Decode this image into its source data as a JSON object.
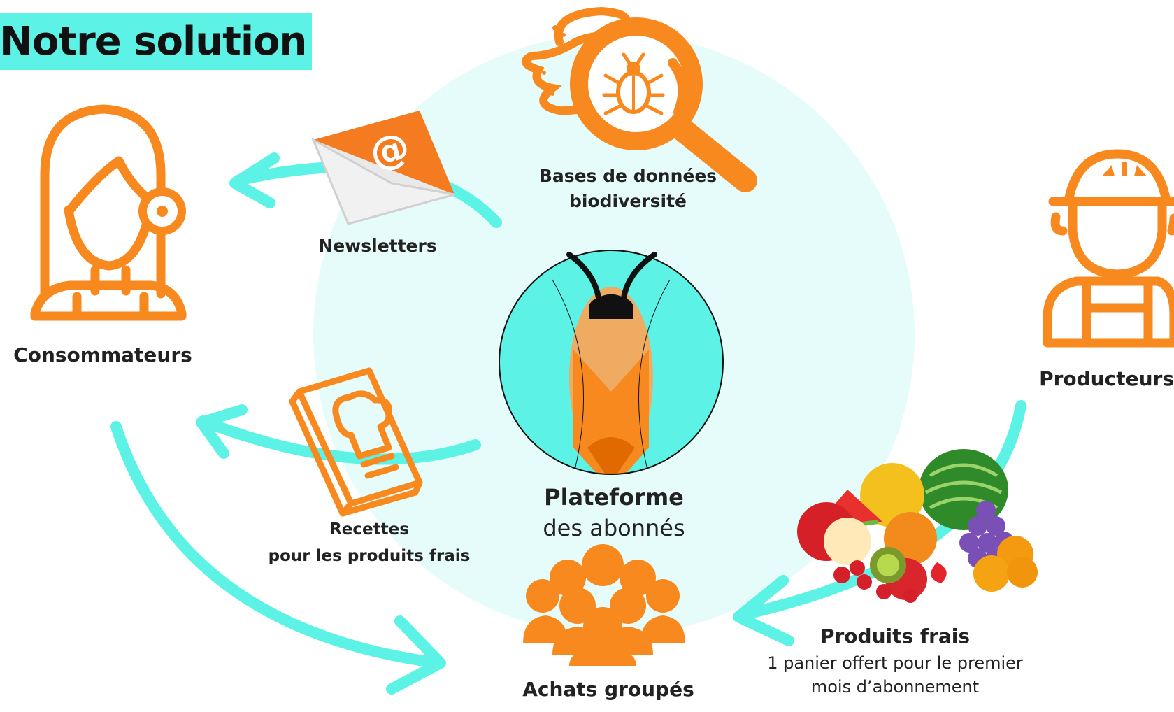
{
  "title": "Notre solution",
  "colors": {
    "accent": "#5df2e6",
    "orange": "#f7891e",
    "circle_bg": "#e6fcfa"
  },
  "nodes": {
    "consommateurs": {
      "label": "Consommateurs",
      "icon": "woman-icon"
    },
    "producteurs": {
      "label": "Producteurs",
      "icon": "worker-icon"
    },
    "bases": {
      "label_line1": "Bases de données",
      "label_line2": "biodiversité",
      "icon": "magnifier-bug-icon"
    },
    "newsletters": {
      "label": "Newsletters",
      "icon": "email-envelope-icon"
    },
    "recettes": {
      "label_line1": "Recettes",
      "label_line2": "pour les produits frais",
      "icon": "cookbook-icon"
    },
    "plateforme": {
      "label_line1": "Plateforme",
      "label_line2": "des abonnés",
      "icon": "insect-logo-icon"
    },
    "achats": {
      "label": "Achats groupés",
      "icon": "group-people-icon"
    },
    "produits": {
      "label": "Produits frais",
      "sub_line1": "1 panier offert pour le premier",
      "sub_line2": "mois d’abonnement",
      "icon": "fruits-icon"
    }
  }
}
